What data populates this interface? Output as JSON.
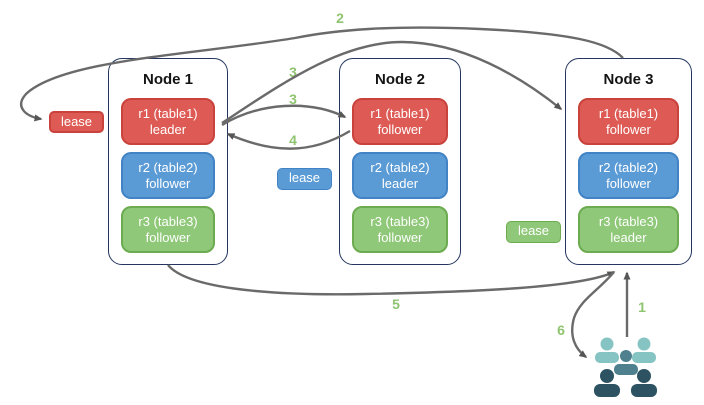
{
  "diagram": {
    "nodes": [
      {
        "title": "Node 1",
        "replicas": [
          {
            "name": "r1 (table1)",
            "role": "leader"
          },
          {
            "name": "r2 (table2)",
            "role": "follower"
          },
          {
            "name": "r3 (table3)",
            "role": "follower"
          }
        ]
      },
      {
        "title": "Node 2",
        "replicas": [
          {
            "name": "r1 (table1)",
            "role": "follower"
          },
          {
            "name": "r2 (table2)",
            "role": "leader"
          },
          {
            "name": "r3 (table3)",
            "role": "follower"
          }
        ]
      },
      {
        "title": "Node 3",
        "replicas": [
          {
            "name": "r1 (table1)",
            "role": "follower"
          },
          {
            "name": "r2 (table2)",
            "role": "follower"
          },
          {
            "name": "r3 (table3)",
            "role": "leader"
          }
        ]
      }
    ],
    "leases": [
      {
        "label": "lease"
      },
      {
        "label": "lease"
      },
      {
        "label": "lease"
      }
    ],
    "steps": {
      "s1": "1",
      "s2": "2",
      "s3a": "3",
      "s3b": "3",
      "s4": "4",
      "s5": "5",
      "s6": "6"
    },
    "colors": {
      "leader_red": "#DE5B55",
      "red_border": "#C9423C",
      "follower_blue": "#5B9BD5",
      "blue_border": "#4183C4",
      "green": "#8FC878",
      "green_border": "#6CAB50",
      "step_label_green": "#8FC470",
      "node_border_navy": "#24365F",
      "arrow_gray": "#6A6A6A",
      "users_light_teal": "#86C3C3",
      "users_mid_teal": "#4E808E",
      "users_dark_teal": "#2D5362"
    }
  }
}
